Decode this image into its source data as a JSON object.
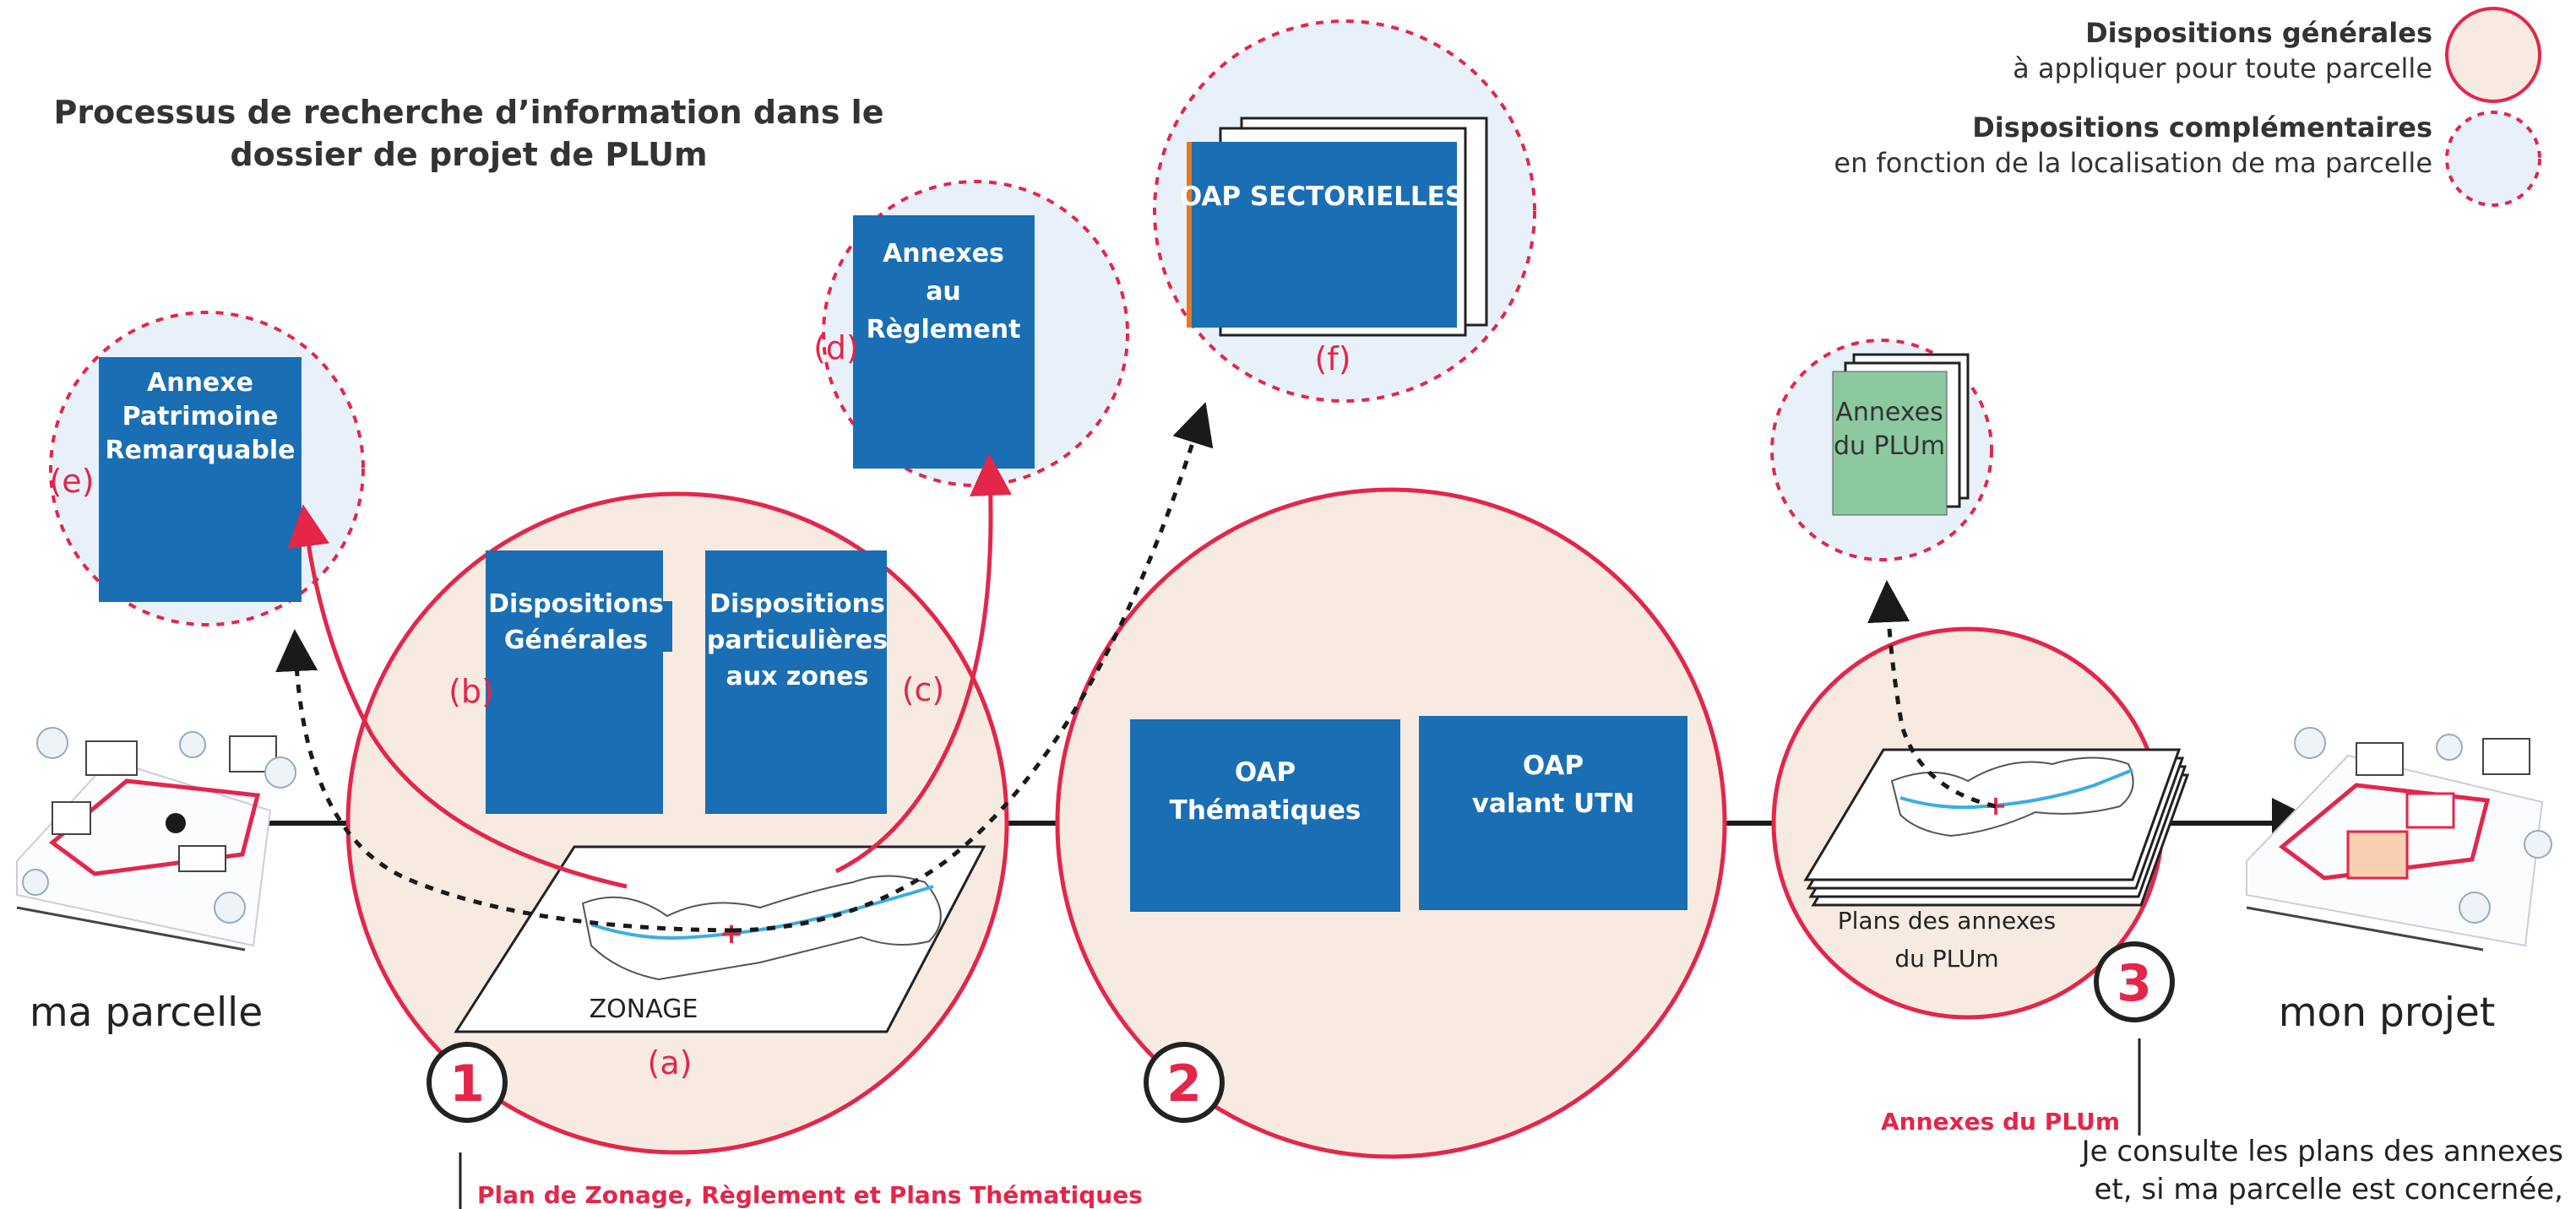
{
  "title": {
    "line1": "Processus de recherche d’information dans le",
    "line2": "dossier de projet de PLUm"
  },
  "legend": {
    "general_title": "Dispositions générales",
    "general_sub": "à appliquer pour toute parcelle",
    "complementary_title": "Dispositions complémentaires",
    "complementary_sub": "en fonction de la localisation de ma parcelle"
  },
  "colors": {
    "red": "#e3264a",
    "blue": "#1a6eb3",
    "green": "#8cc9a0",
    "beige": "#f7ebe1",
    "lightblue": "#e8f1f9"
  },
  "start_label": "ma parcelle",
  "end_label": "mon projet",
  "step1": {
    "number": "1",
    "zonage_label": "ZONAGE",
    "a_label": "(a)",
    "b_label": "(b)",
    "c_label": "(c)",
    "doc_general_l1": "Dispositions",
    "doc_general_l2": "Générales",
    "doc_particular_l1": "Dispositions",
    "doc_particular_l2": "particulières",
    "doc_particular_l3": "aux zones",
    "caption": "Plan de Zonage, Règlement et Plans Thématiques"
  },
  "step2": {
    "number": "2",
    "oap_them_l1": "OAP",
    "oap_them_l2": "Thématiques",
    "oap_utn_l1": "OAP",
    "oap_utn_l2": "valant UTN"
  },
  "step3": {
    "number": "3",
    "plans_l1": "Plans des annexes",
    "plans_l2": "du PLUm",
    "caption_title": "Annexes du PLUm",
    "caption_l1": "Je consulte les plans des annexes",
    "caption_l2": "et, si ma parcelle est concernée,"
  },
  "bubble_e": {
    "label": "(e)",
    "doc_l1": "Annexe",
    "doc_l2": "Patrimoine",
    "doc_l3": "Remarquable"
  },
  "bubble_d": {
    "label": "(d)",
    "doc_l1": "Annexes",
    "doc_l2": "au",
    "doc_l3": "Règlement"
  },
  "bubble_f": {
    "label": "(f)",
    "doc_l1": "OAP SECTORIELLES"
  },
  "bubble_annexes": {
    "doc_l1": "Annexes",
    "doc_l2": "du PLUm"
  }
}
